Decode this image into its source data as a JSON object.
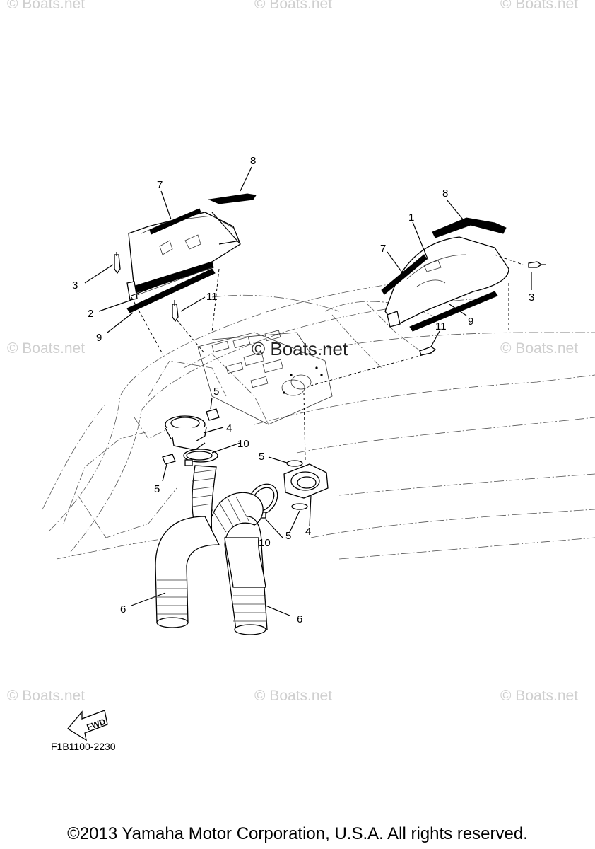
{
  "watermark": {
    "text": "© Boats.net",
    "center_text": "© Boats.net"
  },
  "callouts": {
    "c1": "1",
    "c2": "2",
    "c3a": "3",
    "c3b": "3",
    "c4a": "4",
    "c4b": "4",
    "c5a": "5",
    "c5b": "5",
    "c5c": "5",
    "c5d": "5",
    "c6a": "6",
    "c6b": "6",
    "c7a": "7",
    "c7b": "7",
    "c8a": "8",
    "c8b": "8",
    "c9a": "9",
    "c9b": "9",
    "c10a": "10",
    "c10b": "10",
    "c11a": "11",
    "c11b": "11"
  },
  "fwd_label": "FWD",
  "figure_code": "F1B1100-2230",
  "copyright": "©2013 Yamaha Motor Corporation, U.S.A. All rights reserved."
}
